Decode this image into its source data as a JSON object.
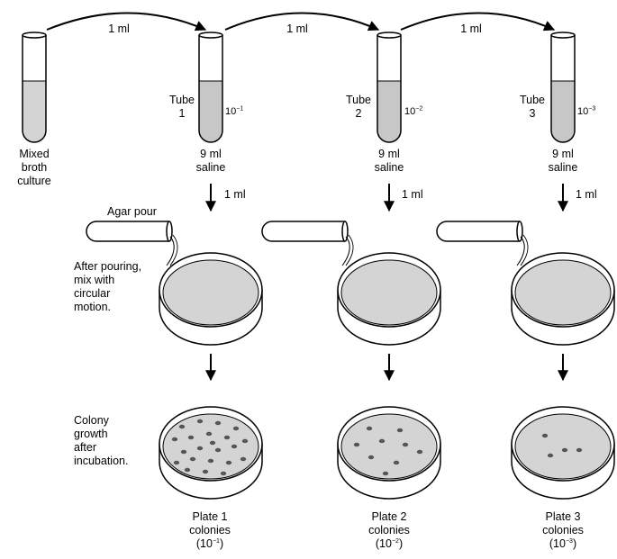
{
  "transfer_label": "1 ml",
  "source": {
    "lines": [
      "Mixed",
      "broth",
      "culture"
    ]
  },
  "tubes": [
    {
      "name": "Tube",
      "number": "1",
      "dilution_base": "10",
      "dilution_exp": "−1",
      "contents": [
        "9 ml",
        "saline"
      ]
    },
    {
      "name": "Tube",
      "number": "2",
      "dilution_base": "10",
      "dilution_exp": "−2",
      "contents": [
        "9 ml",
        "saline"
      ]
    },
    {
      "name": "Tube",
      "number": "3",
      "dilution_base": "10",
      "dilution_exp": "−3",
      "contents": [
        "9 ml",
        "saline"
      ]
    }
  ],
  "agar_pour_label": "Agar pour",
  "pour_note": [
    "After pouring,",
    "mix with",
    "circular",
    "motion."
  ],
  "growth_note": [
    "Colony",
    "growth",
    "after",
    "incubation."
  ],
  "plates": [
    {
      "line1": "Plate 1",
      "line2": "colonies",
      "dil_base": "10",
      "dil_exp": "−1"
    },
    {
      "line1": "Plate 2",
      "line2": "colonies",
      "dil_base": "10",
      "dil_exp": "−2"
    },
    {
      "line1": "Plate 3",
      "line2": "colonies",
      "dil_base": "10",
      "dil_exp": "−3"
    }
  ],
  "colors": {
    "fill": "#d4d4d4",
    "tube_fill": "#c7c7c7",
    "colony": "#555555",
    "stroke": "#000000"
  }
}
